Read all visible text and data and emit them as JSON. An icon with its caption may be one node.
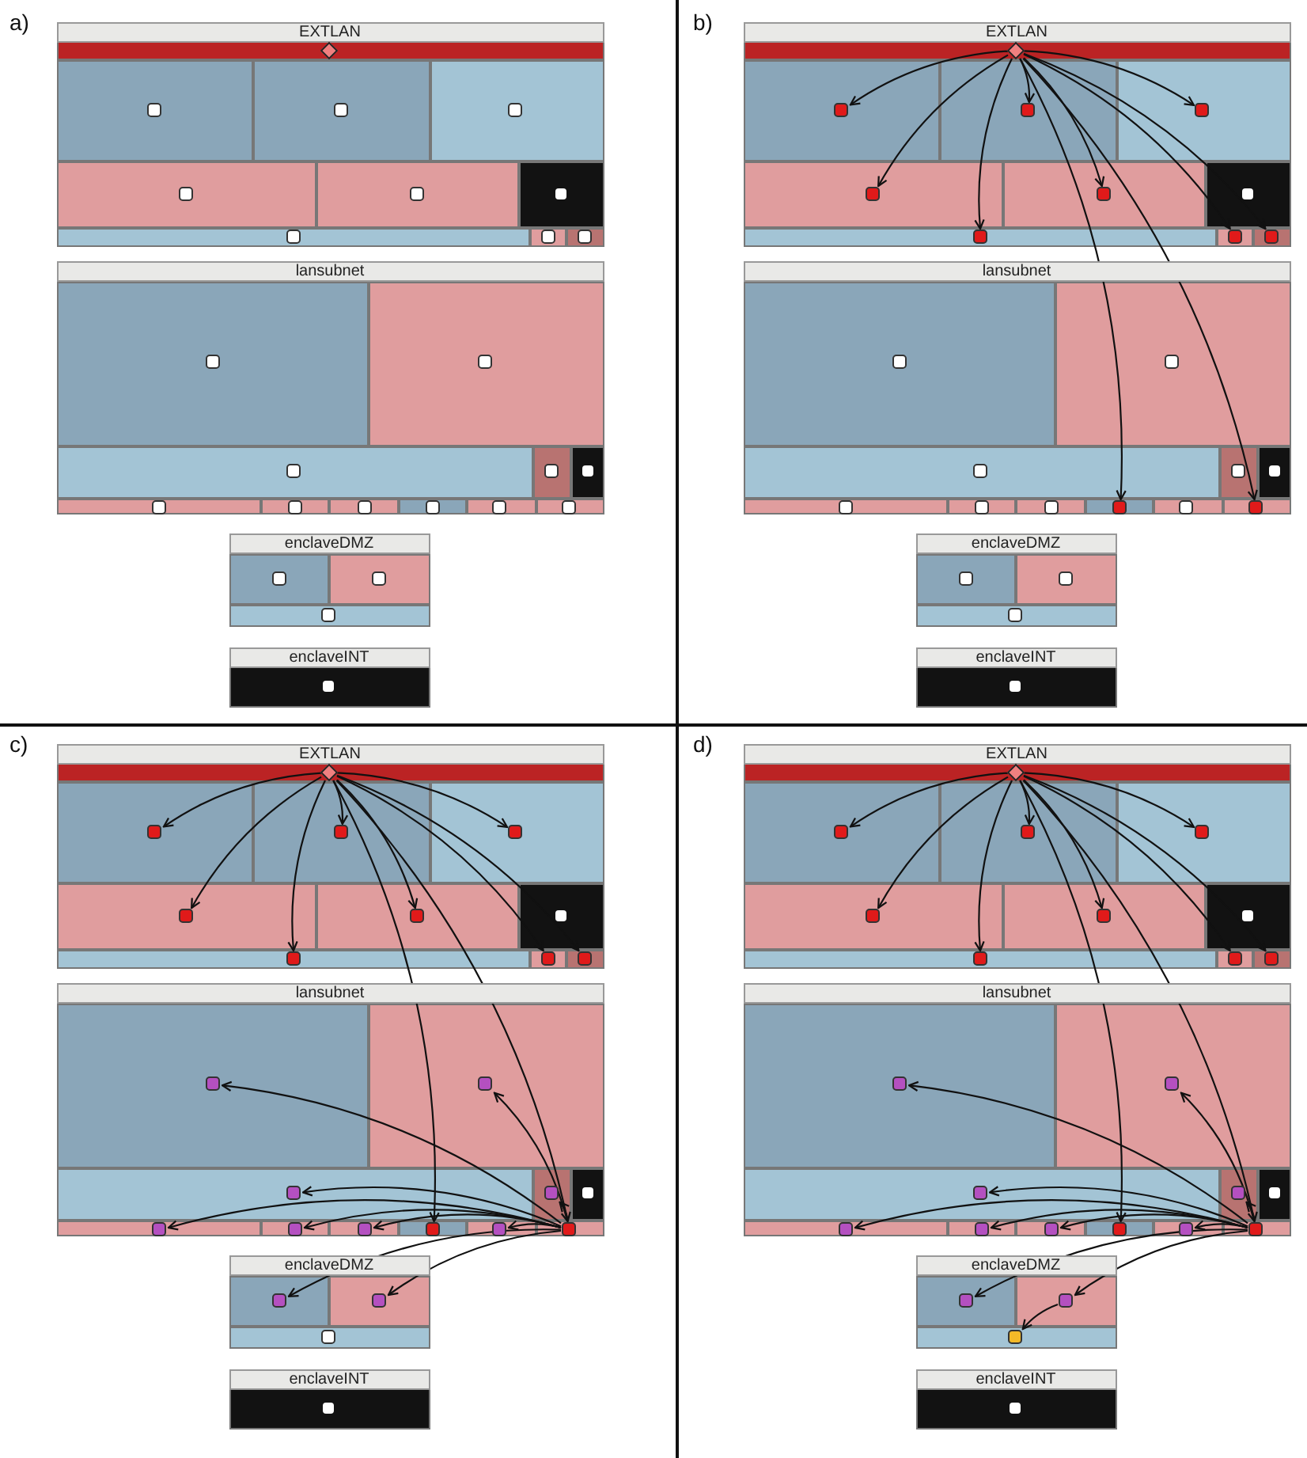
{
  "diagram": {
    "nodes": [
      {
        "text": [
          "EXTLAN"
        ]
      },
      {
        "text": [],
        "shape": "diamond",
        "in": 0
      },
      {
        "text": [],
        "shape": "box",
        "in": 0
      },
      {
        "text": [],
        "shape": "box",
        "in": 0
      },
      {
        "text": [],
        "shape": "box",
        "in": 0
      },
      {
        "text": [],
        "shape": "box",
        "in": 0
      },
      {
        "text": [],
        "shape": "box",
        "in": 0
      },
      {
        "text": [],
        "shape": "box",
        "in": 0
      },
      {
        "text": [],
        "shape": "box",
        "in": 0
      },
      {
        "text": [],
        "shape": "box",
        "in": 0
      },
      {
        "text": [],
        "shape": "box",
        "in": 0
      },
      {
        "text": [
          "lansubnet"
        ]
      },
      {
        "text": [],
        "shape": "box",
        "in": 11
      },
      {
        "text": [],
        "shape": "box",
        "in": 11
      },
      {
        "text": [],
        "shape": "box",
        "in": 11
      },
      {
        "text": [],
        "shape": "box",
        "in": 11
      },
      {
        "text": [],
        "shape": "box",
        "in": 11
      },
      {
        "text": [],
        "shape": "box",
        "in": 11
      },
      {
        "text": [],
        "shape": "box",
        "in": 11
      },
      {
        "text": [],
        "shape": "box",
        "in": 11
      },
      {
        "text": [],
        "shape": "box",
        "in": 11
      },
      {
        "text": [],
        "shape": "box",
        "in": 11
      },
      {
        "text": [],
        "shape": "box",
        "in": 11
      },
      {
        "text": [
          "enclaveDMZ"
        ]
      },
      {
        "text": [],
        "shape": "box",
        "in": 23
      },
      {
        "text": [],
        "shape": "box",
        "in": 23
      },
      {
        "text": [],
        "shape": "box",
        "in": 23
      },
      {
        "text": [
          "enclaveINT"
        ]
      },
      {
        "text": [],
        "shape": "box",
        "in": 27
      },
      {
        "text": [
          "EXTLAN"
        ]
      },
      {
        "text": [],
        "shape": "diamond",
        "in": 29
      },
      {
        "text": [],
        "shape": "box",
        "in": 29
      },
      {
        "text": [],
        "shape": "box",
        "in": 29
      },
      {
        "text": [],
        "shape": "box",
        "in": 29
      },
      {
        "text": [],
        "shape": "box",
        "in": 29
      },
      {
        "text": [],
        "shape": "box",
        "in": 29
      },
      {
        "text": [],
        "shape": "box",
        "in": 29
      },
      {
        "text": [],
        "shape": "box",
        "in": 29
      },
      {
        "text": [],
        "shape": "box",
        "in": 29
      },
      {
        "text": [],
        "shape": "box",
        "in": 29
      },
      {
        "text": [
          "lansubnet"
        ]
      },
      {
        "text": [],
        "shape": "box",
        "in": 40
      },
      {
        "text": [],
        "shape": "box",
        "in": 40
      },
      {
        "text": [],
        "shape": "box",
        "in": 40
      },
      {
        "text": [],
        "shape": "box",
        "in": 40
      },
      {
        "text": [],
        "shape": "box",
        "in": 40
      },
      {
        "text": [],
        "shape": "box",
        "in": 40
      },
      {
        "text": [],
        "shape": "box",
        "in": 40
      },
      {
        "text": [],
        "shape": "box",
        "in": 40
      },
      {
        "text": [],
        "shape": "box",
        "in": 40
      },
      {
        "text": [],
        "shape": "box",
        "in": 40
      },
      {
        "text": [],
        "shape": "box",
        "in": 40
      },
      {
        "text": [
          "enclaveDMZ"
        ]
      },
      {
        "text": [],
        "shape": "box",
        "in": 52
      },
      {
        "text": [],
        "shape": "box",
        "in": 52
      },
      {
        "text": [],
        "shape": "box",
        "in": 52
      },
      {
        "text": [
          "enclaveINT"
        ]
      },
      {
        "text": [],
        "shape": "box",
        "in": 56
      },
      {
        "text": [
          "EXTLAN"
        ]
      },
      {
        "text": [],
        "shape": "diamond",
        "in": 58
      },
      {
        "text": [],
        "shape": "box",
        "in": 58
      },
      {
        "text": [],
        "shape": "box",
        "in": 58
      },
      {
        "text": [],
        "shape": "box",
        "in": 58
      },
      {
        "text": [],
        "shape": "box",
        "in": 58
      },
      {
        "text": [],
        "shape": "box",
        "in": 58
      },
      {
        "text": [],
        "shape": "box",
        "in": 58
      },
      {
        "text": [],
        "shape": "box",
        "in": 58
      },
      {
        "text": [],
        "shape": "box",
        "in": 58
      },
      {
        "text": [],
        "shape": "box",
        "in": 58
      },
      {
        "text": [
          "lansubnet"
        ]
      },
      {
        "text": [],
        "shape": "box",
        "in": 69
      },
      {
        "text": [],
        "shape": "box",
        "in": 69
      },
      {
        "text": [],
        "shape": "box",
        "in": 69
      },
      {
        "text": [],
        "shape": "box",
        "in": 69
      },
      {
        "text": [],
        "shape": "box",
        "in": 69
      },
      {
        "text": [],
        "shape": "box",
        "in": 69
      },
      {
        "text": [],
        "shape": "box",
        "in": 69
      },
      {
        "text": [],
        "shape": "box",
        "in": 69
      },
      {
        "text": [],
        "shape": "box",
        "in": 69
      },
      {
        "text": [],
        "shape": "box",
        "in": 69
      },
      {
        "text": [],
        "shape": "box",
        "in": 69
      },
      {
        "text": [
          "enclaveDMZ"
        ]
      },
      {
        "text": [],
        "shape": "box",
        "in": 81
      },
      {
        "text": [],
        "shape": "box",
        "in": 81
      },
      {
        "text": [],
        "shape": "box",
        "in": 81
      },
      {
        "text": [
          "enclaveINT"
        ]
      },
      {
        "text": [],
        "shape": "box",
        "in": 85
      },
      {
        "text": [
          "EXTLAN"
        ]
      },
      {
        "text": [],
        "shape": "diamond",
        "in": 87
      },
      {
        "text": [],
        "shape": "box",
        "in": 87
      },
      {
        "text": [],
        "shape": "box",
        "in": 87
      },
      {
        "text": [],
        "shape": "box",
        "in": 87
      },
      {
        "text": [],
        "shape": "box",
        "in": 87
      },
      {
        "text": [],
        "shape": "box",
        "in": 87
      },
      {
        "text": [],
        "shape": "box",
        "in": 87
      },
      {
        "text": [],
        "shape": "box",
        "in": 87
      },
      {
        "text": [],
        "shape": "box",
        "in": 87
      },
      {
        "text": [],
        "shape": "box",
        "in": 87
      },
      {
        "text": [
          "lansubnet"
        ]
      },
      {
        "text": [],
        "shape": "box",
        "in": 98
      },
      {
        "text": [],
        "shape": "box",
        "in": 98
      },
      {
        "text": [],
        "shape": "box",
        "in": 98
      },
      {
        "text": [],
        "shape": "box",
        "in": 98
      },
      {
        "text": [],
        "shape": "box",
        "in": 98
      },
      {
        "text": [],
        "shape": "box",
        "in": 98
      },
      {
        "text": [],
        "shape": "box",
        "in": 98
      },
      {
        "text": [],
        "shape": "box",
        "in": 98
      },
      {
        "text": [],
        "shape": "box",
        "in": 98
      },
      {
        "text": [],
        "shape": "box",
        "in": 98
      },
      {
        "text": [],
        "shape": "box",
        "in": 98
      },
      {
        "text": [
          "enclaveDMZ"
        ]
      },
      {
        "text": [],
        "shape": "box",
        "in": 110
      },
      {
        "text": [],
        "shape": "box",
        "in": 110
      },
      {
        "text": [],
        "shape": "box",
        "in": 110
      },
      {
        "text": [
          "enclaveINT"
        ]
      },
      {
        "text": [],
        "shape": "box",
        "in": 114
      }
    ],
    "edges": [
      {
        "from": 30,
        "to": 31,
        "arrow": "to"
      },
      {
        "from": 30,
        "to": 32,
        "arrow": "to"
      },
      {
        "from": 30,
        "to": 33,
        "arrow": "to"
      },
      {
        "from": 30,
        "to": 34,
        "arrow": "to"
      },
      {
        "from": 30,
        "to": 35,
        "arrow": "to"
      },
      {
        "from": 30,
        "to": 37,
        "arrow": "to"
      },
      {
        "from": 30,
        "to": 38,
        "arrow": "to"
      },
      {
        "from": 30,
        "to": 39,
        "arrow": "to"
      },
      {
        "from": 30,
        "to": 49,
        "arrow": "to"
      },
      {
        "from": 30,
        "to": 51,
        "arrow": "to"
      },
      {
        "from": 59,
        "to": 60,
        "arrow": "to"
      },
      {
        "from": 59,
        "to": 61,
        "arrow": "to"
      },
      {
        "from": 59,
        "to": 62,
        "arrow": "to"
      },
      {
        "from": 59,
        "to": 63,
        "arrow": "to"
      },
      {
        "from": 59,
        "to": 64,
        "arrow": "to"
      },
      {
        "from": 59,
        "to": 66,
        "arrow": "to"
      },
      {
        "from": 59,
        "to": 67,
        "arrow": "to"
      },
      {
        "from": 59,
        "to": 68,
        "arrow": "to"
      },
      {
        "from": 59,
        "to": 78,
        "arrow": "to"
      },
      {
        "from": 59,
        "to": 80,
        "arrow": "to"
      },
      {
        "from": 80,
        "to": 70,
        "arrow": "to"
      },
      {
        "from": 80,
        "to": 71,
        "arrow": "to"
      },
      {
        "from": 80,
        "to": 72,
        "arrow": "to"
      },
      {
        "from": 80,
        "to": 73,
        "arrow": "to"
      },
      {
        "from": 80,
        "to": 75,
        "arrow": "to"
      },
      {
        "from": 80,
        "to": 76,
        "arrow": "to"
      },
      {
        "from": 80,
        "to": 77,
        "arrow": "to"
      },
      {
        "from": 80,
        "to": 79,
        "arrow": "to"
      },
      {
        "from": 80,
        "to": 82,
        "arrow": "to"
      },
      {
        "from": 80,
        "to": 83,
        "arrow": "to"
      },
      {
        "from": 88,
        "to": 89,
        "arrow": "to"
      },
      {
        "from": 88,
        "to": 90,
        "arrow": "to"
      },
      {
        "from": 88,
        "to": 91,
        "arrow": "to"
      },
      {
        "from": 88,
        "to": 92,
        "arrow": "to"
      },
      {
        "from": 88,
        "to": 93,
        "arrow": "to"
      },
      {
        "from": 88,
        "to": 95,
        "arrow": "to"
      },
      {
        "from": 88,
        "to": 96,
        "arrow": "to"
      },
      {
        "from": 88,
        "to": 97,
        "arrow": "to"
      },
      {
        "from": 88,
        "to": 107,
        "arrow": "to"
      },
      {
        "from": 88,
        "to": 109,
        "arrow": "to"
      },
      {
        "from": 109,
        "to": 99,
        "arrow": "to"
      },
      {
        "from": 109,
        "to": 100,
        "arrow": "to"
      },
      {
        "from": 109,
        "to": 101,
        "arrow": "to"
      },
      {
        "from": 109,
        "to": 102,
        "arrow": "to"
      },
      {
        "from": 109,
        "to": 104,
        "arrow": "to"
      },
      {
        "from": 109,
        "to": 105,
        "arrow": "to"
      },
      {
        "from": 109,
        "to": 106,
        "arrow": "to"
      },
      {
        "from": 109,
        "to": 108,
        "arrow": "to"
      },
      {
        "from": 109,
        "to": 111,
        "arrow": "to"
      },
      {
        "from": 109,
        "to": 112,
        "arrow": "to"
      },
      {
        "from": 112,
        "to": 113,
        "arrow": "to"
      }
    ],
    "labels": [
      "a)",
      "b)",
      "c)",
      "d)"
    ]
  }
}
